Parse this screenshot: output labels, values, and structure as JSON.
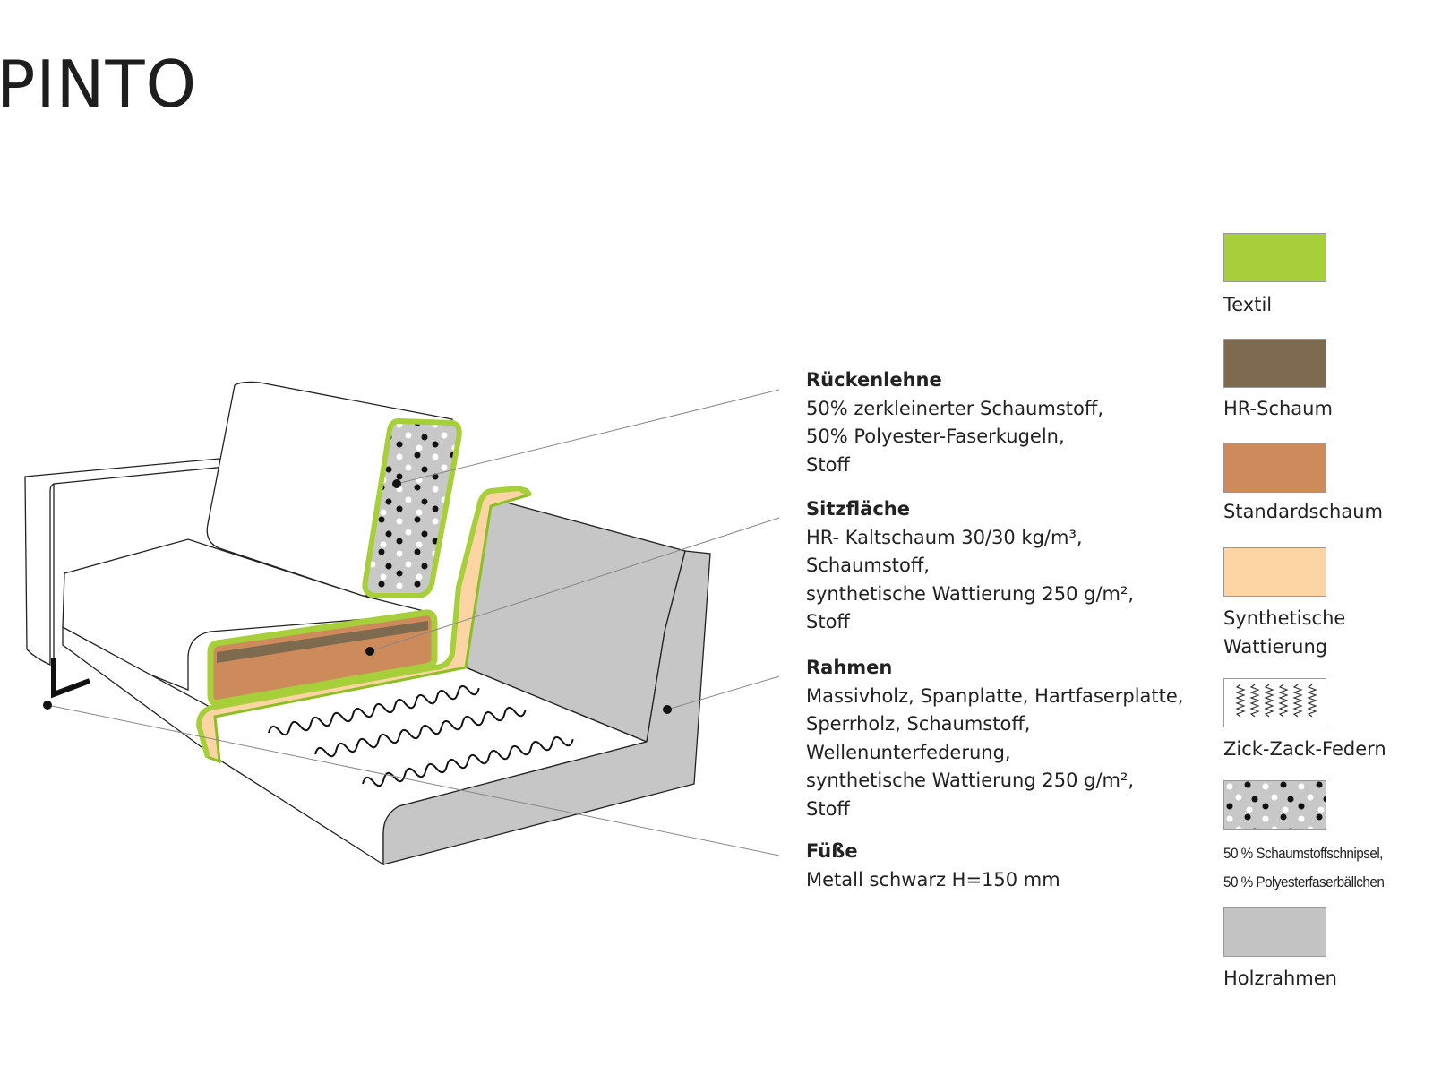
{
  "title": "PINTO",
  "sections": [
    {
      "heading": "Rückenlehne",
      "lines": [
        "50% zerkleinerter Schaumstoff,",
        "50% Polyester-Faserkugeln,",
        "Stoff"
      ]
    },
    {
      "heading": "Sitzfläche",
      "lines": [
        "HR- Kaltschaum 30/30 kg/m³,",
        "Schaumstoff,",
        "synthetische Wattierung 250 g/m²,",
        "Stoff"
      ]
    },
    {
      "heading": "Rahmen",
      "lines": [
        "Massivholz, Spanplatte, Hartfaserplatte,",
        "Sperrholz, Schaumstoff,",
        "Wellenunterfederung,",
        "synthetische Wattierung 250 g/m²,",
        "Stoff"
      ]
    },
    {
      "heading": "Füße",
      "lines": [
        "Metall schwarz H=150 mm"
      ]
    }
  ],
  "legend": [
    {
      "label": "Textil",
      "color": "#a6cf3a"
    },
    {
      "label": "HR-Schaum",
      "color": "#7e6a4f"
    },
    {
      "label": "Standardschaum",
      "color": "#cd8b5c"
    },
    {
      "label_lines": [
        "Synthetische",
        "Wattierung"
      ],
      "color": "#fdd4a4"
    },
    {
      "label": "Zick-Zack-Federn",
      "icon": "zigzag-spring-pattern"
    },
    {
      "label_lines": [
        "50 % Schaumstoffschnipsel,",
        "50 % Polyesterfaserbällchen"
      ],
      "icon": "dot-pattern",
      "color": "#c8c8c8"
    },
    {
      "label": "Holzrahmen",
      "color": "#c4c4c4"
    }
  ]
}
